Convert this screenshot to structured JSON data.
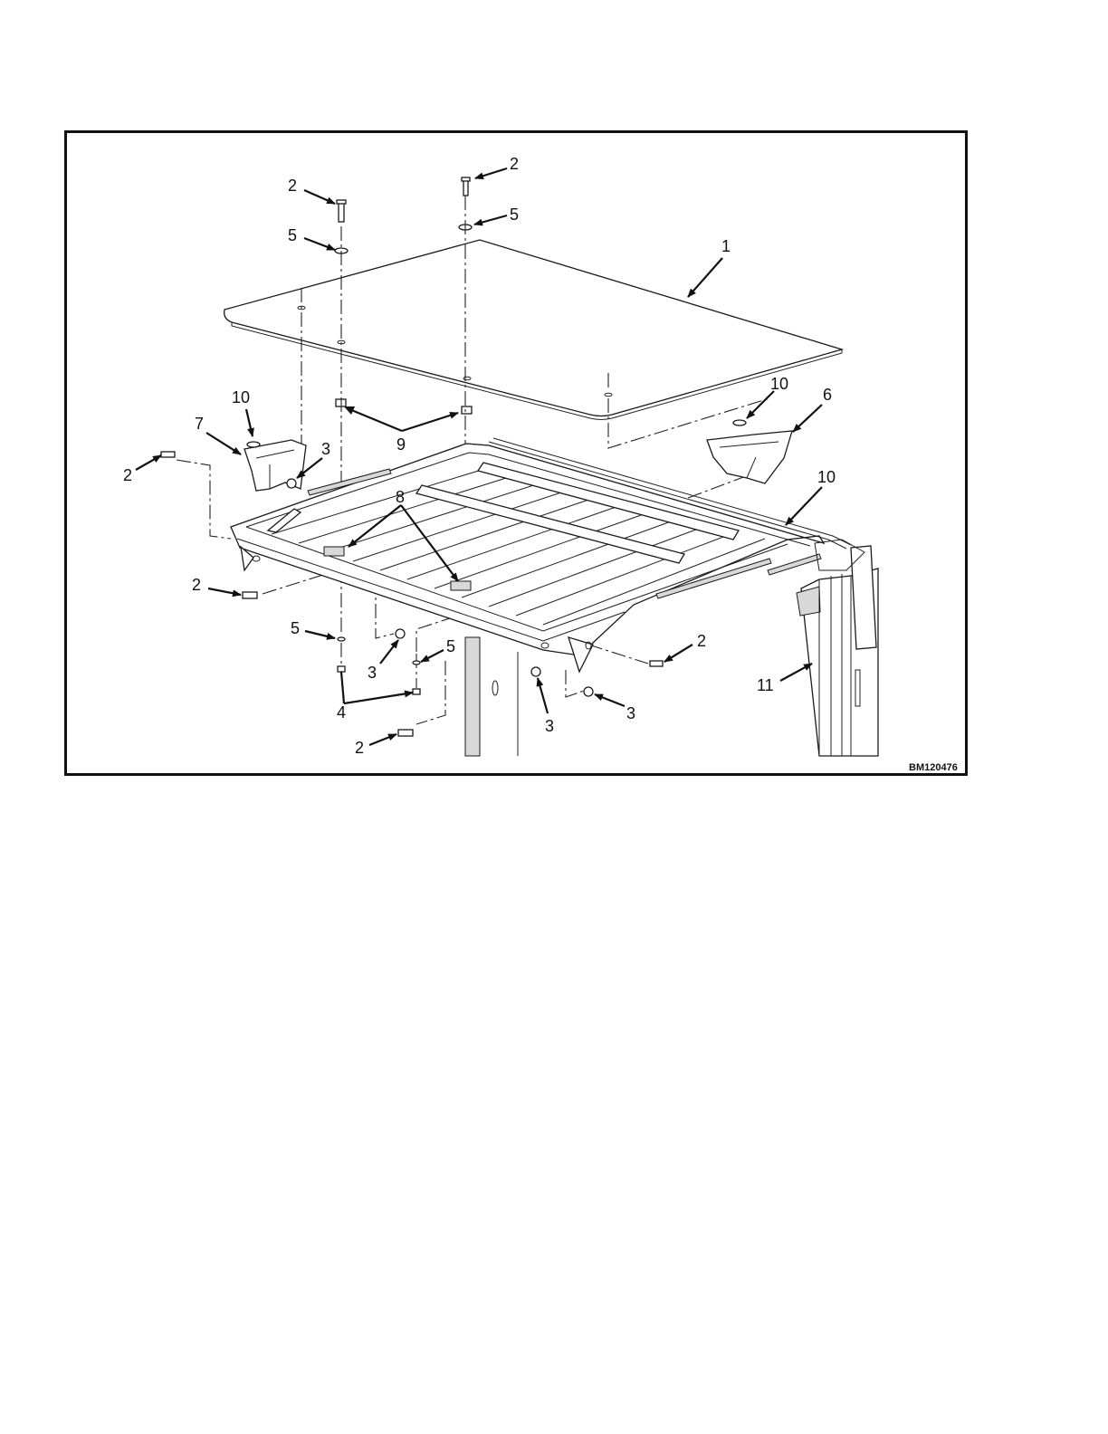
{
  "figure_id": "BM120476",
  "callouts": [
    {
      "text": "1"
    },
    {
      "text": "2"
    },
    {
      "text": "2"
    },
    {
      "text": "2"
    },
    {
      "text": "2"
    },
    {
      "text": "2"
    },
    {
      "text": "2"
    },
    {
      "text": "3"
    },
    {
      "text": "3"
    },
    {
      "text": "3"
    },
    {
      "text": "3"
    },
    {
      "text": "4"
    },
    {
      "text": "5"
    },
    {
      "text": "5"
    },
    {
      "text": "5"
    },
    {
      "text": "5"
    },
    {
      "text": "6"
    },
    {
      "text": "7"
    },
    {
      "text": "8"
    },
    {
      "text": "9"
    },
    {
      "text": "10"
    },
    {
      "text": "10"
    },
    {
      "text": "10"
    },
    {
      "text": "11"
    }
  ]
}
